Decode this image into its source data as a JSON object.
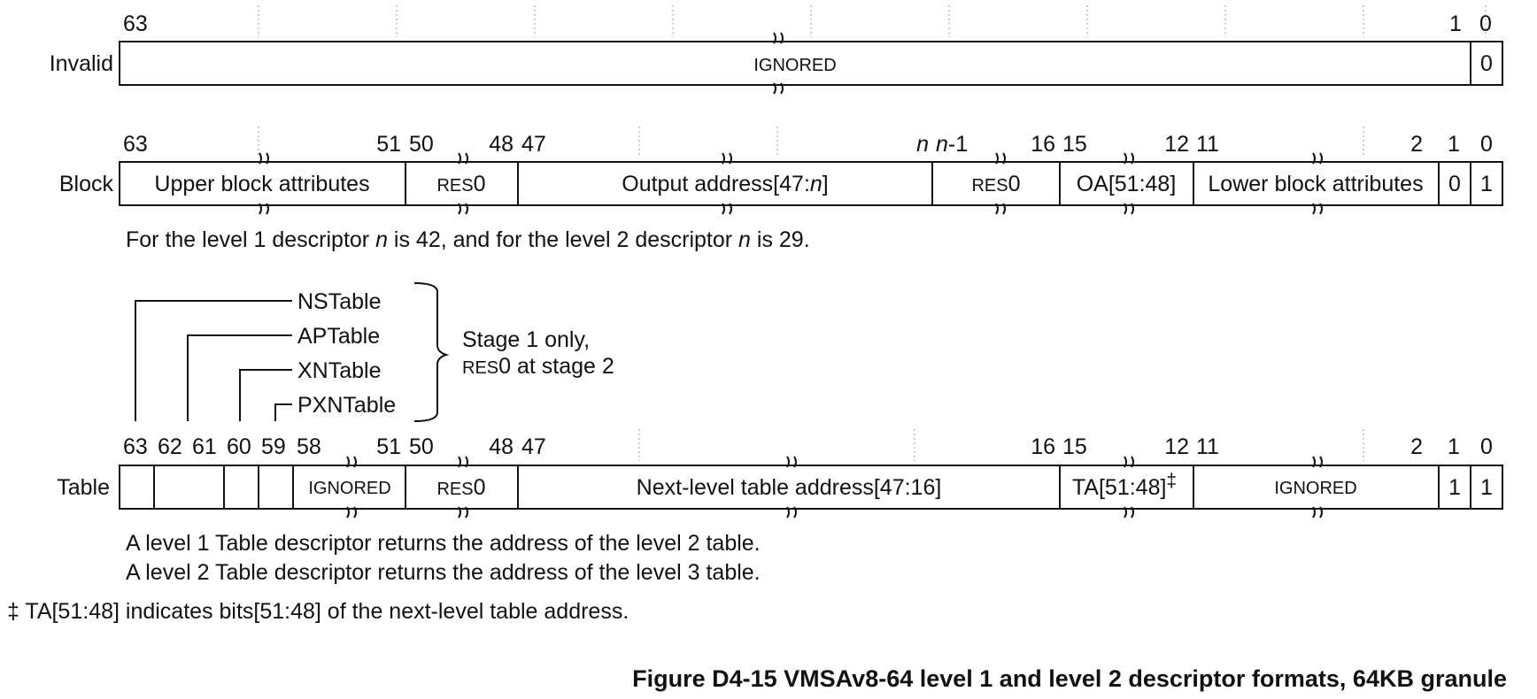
{
  "invalid": {
    "row_label": "Invalid",
    "bit_63": "63",
    "bit_1": "1",
    "bit_0": "0",
    "field_ignored": "IGNORED",
    "field_bit0": "0"
  },
  "block": {
    "row_label": "Block",
    "bits": [
      "63",
      "51",
      "50",
      "48",
      "47",
      "n",
      "n",
      "-1",
      "16",
      "15",
      "12",
      "11",
      "2",
      "1",
      "0"
    ],
    "fields": {
      "upper_attributes": "Upper block attributes",
      "res0_a_prefix": "RES",
      "res0_a_suffix": "0",
      "output_address_prefix": "Output address[47:",
      "output_address_var": "n",
      "output_address_suffix": "]",
      "res0_b_prefix": "RES",
      "res0_b_suffix": "0",
      "oa": "OA[51:48]",
      "lower_attributes": "Lower block attributes",
      "bit1": "0",
      "bit0": "1"
    },
    "note_parts": [
      "For the level 1 descriptor ",
      "n",
      " is 42, and for the level 2 descriptor ",
      "n",
      " is 29."
    ]
  },
  "table": {
    "row_label": "Table",
    "bits": [
      "63",
      "62",
      "61",
      "60",
      "59",
      "58",
      "51",
      "50",
      "48",
      "47",
      "16",
      "15",
      "12",
      "11",
      "2",
      "1",
      "0"
    ],
    "callouts": [
      "NSTable",
      "APTable",
      "XNTable",
      "PXNTable"
    ],
    "brace_note_line1": "Stage 1 only,",
    "brace_note_line2_prefix": "RES",
    "brace_note_line2_suffix": "0 at stage 2",
    "fields": {
      "ignored_upper": "IGNORED",
      "res0_prefix": "RES",
      "res0_suffix": "0",
      "next_level": "Next-level table address[47:16]",
      "ta": "TA[51:48]",
      "ta_mark": "‡",
      "ignored_lower": "IGNORED",
      "bit1": "1",
      "bit0": "1"
    },
    "notes": [
      "A level 1 Table descriptor returns the address of the level 2 table.",
      "A level 2 Table descriptor returns the address of the level 3 table."
    ]
  },
  "footnote": "‡ TA[51:48] indicates bits[51:48] of the next-level table address.",
  "figure_caption": "Figure D4-15 VMSAv8-64 level 1 and level 2 descriptor formats, 64KB granule"
}
